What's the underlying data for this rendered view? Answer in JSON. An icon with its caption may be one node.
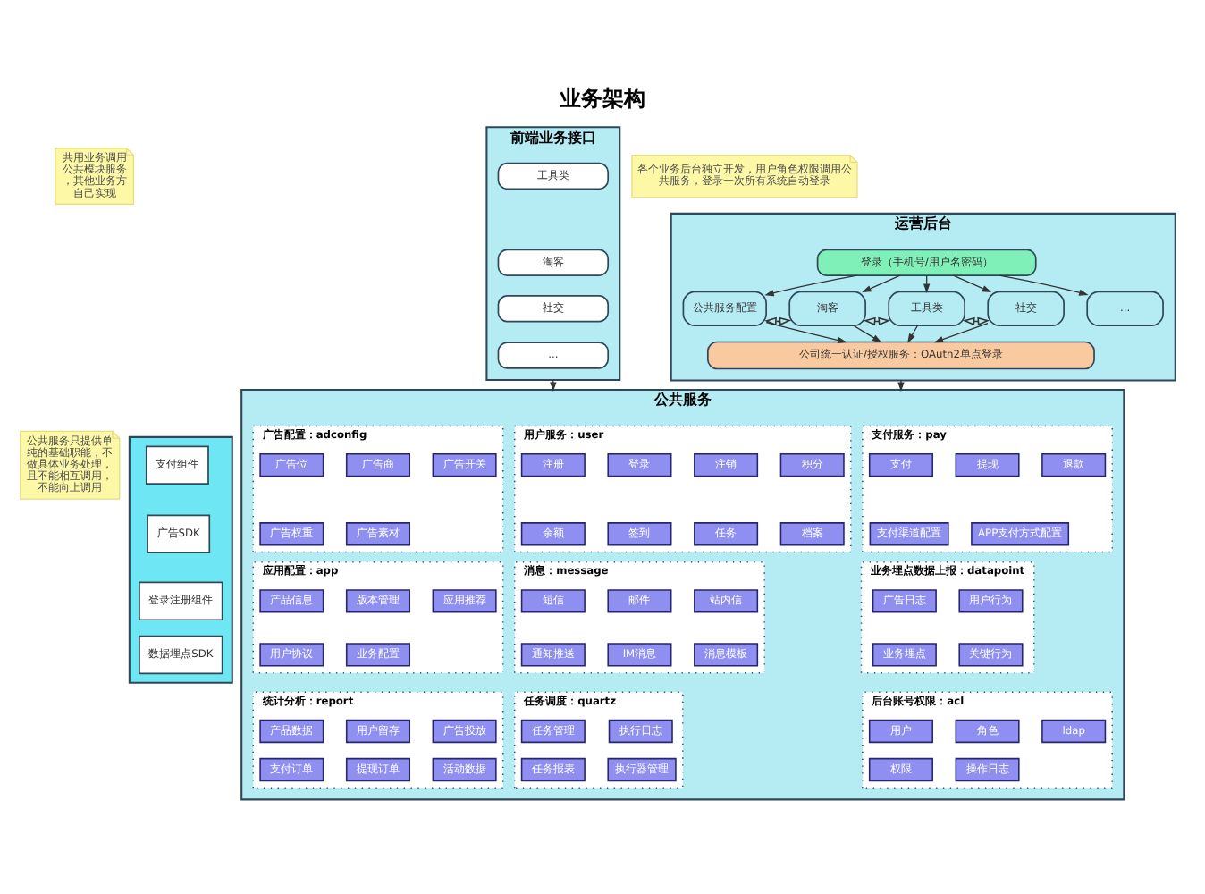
{
  "diagram": {
    "title": "业务架构",
    "nodes": [
      {
        "text": [
          "共用业务调用公共模块服务，其他业务方自己实现"
        ]
      },
      {
        "text": [
          "前端业务接口"
        ]
      },
      {
        "text": [
          "工具类"
        ],
        "in": 1
      },
      {
        "text": [
          "淘客"
        ],
        "in": 1
      },
      {
        "text": [
          "社交"
        ],
        "in": 1
      },
      {
        "text": [
          "..."
        ],
        "in": 1
      },
      {
        "text": [
          "运营后台"
        ]
      },
      {
        "text": [
          "各个业务后台独立开发，用户角色权限调用公共服务，登录一次所有系统自动登录"
        ]
      },
      {
        "text": [
          "登录（手机号/用户名密码）"
        ],
        "in": 6
      },
      {
        "text": [
          "公共服务配置"
        ],
        "in": 6
      },
      {
        "text": [
          "淘客"
        ],
        "in": 6
      },
      {
        "text": [
          "工具类"
        ],
        "in": 6
      },
      {
        "text": [
          "社交"
        ],
        "in": 6
      },
      {
        "text": [
          "..."
        ],
        "in": 6
      },
      {
        "text": [
          "公司统一认证/授权服务：OAuth2单点登录"
        ],
        "in": 6
      },
      {
        "text": [
          "公共服务只提供单纯的基础职能，不做具体业务处理，且不能相互调用，不能向上调用"
        ]
      },
      {
        "text": [],
        "shape": "box"
      },
      {
        "text": [
          "支付组件"
        ],
        "in": 16
      },
      {
        "text": [
          "广告SDK"
        ],
        "in": 16
      },
      {
        "text": [
          "登录注册组件"
        ],
        "in": 16
      },
      {
        "text": [
          "数据埋点SDK"
        ],
        "in": 16
      },
      {
        "text": [
          "公共服务"
        ]
      },
      {
        "text": [
          "用户服务：user"
        ],
        "in": 21
      },
      {
        "text": [
          "注册"
        ],
        "in": 22
      },
      {
        "text": [
          "登录"
        ],
        "in": 22
      },
      {
        "text": [
          "注销"
        ],
        "in": 22
      },
      {
        "text": [
          "积分"
        ],
        "in": 22
      },
      {
        "text": [
          "余额"
        ],
        "in": 22
      },
      {
        "text": [
          "签到"
        ],
        "in": 22
      },
      {
        "text": [
          "任务"
        ],
        "in": 22
      },
      {
        "text": [
          "档案"
        ],
        "in": 22
      },
      {
        "text": [
          "广告配置：adconfig"
        ],
        "in": 21
      },
      {
        "text": [
          "广告位"
        ],
        "in": 31
      },
      {
        "text": [
          "广告商"
        ],
        "in": 31
      },
      {
        "text": [
          "广告开关"
        ],
        "in": 31
      },
      {
        "text": [
          "广告权重"
        ],
        "in": 31
      },
      {
        "text": [
          "广告素材"
        ],
        "in": 31
      },
      {
        "text": [
          "支付服务：pay"
        ],
        "in": 21
      },
      {
        "text": [
          "支付"
        ],
        "in": 37
      },
      {
        "text": [
          "提现"
        ],
        "in": 37
      },
      {
        "text": [
          "退款"
        ],
        "in": 37
      },
      {
        "text": [
          "支付渠道配置"
        ],
        "in": 37
      },
      {
        "text": [
          "APP支付方式配置"
        ],
        "in": 37
      },
      {
        "text": [
          "消息：message"
        ],
        "in": 21
      },
      {
        "text": [
          "短信"
        ],
        "in": 43
      },
      {
        "text": [
          "邮件"
        ],
        "in": 43
      },
      {
        "text": [
          "站内信"
        ],
        "in": 43
      },
      {
        "text": [
          "通知推送"
        ],
        "in": 43
      },
      {
        "text": [
          "IM消息"
        ],
        "in": 43
      },
      {
        "text": [
          "消息模板"
        ],
        "in": 43
      },
      {
        "text": [
          "应用配置：app"
        ],
        "in": 21
      },
      {
        "text": [
          "产品信息"
        ],
        "in": 50
      },
      {
        "text": [
          "版本管理"
        ],
        "in": 50
      },
      {
        "text": [
          "应用推荐"
        ],
        "in": 50
      },
      {
        "text": [
          "用户协议"
        ],
        "in": 50
      },
      {
        "text": [
          "业务配置"
        ],
        "in": 50
      },
      {
        "text": [
          "业务埋点数据上报：datapoint"
        ],
        "in": 21
      },
      {
        "text": [
          "广告日志"
        ],
        "in": 56
      },
      {
        "text": [
          "用户行为"
        ],
        "in": 56
      },
      {
        "text": [
          "业务埋点"
        ],
        "in": 56
      },
      {
        "text": [
          "关键行为"
        ],
        "in": 56
      },
      {
        "text": [
          "任务调度：quartz"
        ],
        "in": 21
      },
      {
        "text": [
          "任务管理"
        ],
        "in": 61
      },
      {
        "text": [
          "执行日志"
        ],
        "in": 61
      },
      {
        "text": [
          "任务报表"
        ],
        "in": 61
      },
      {
        "text": [
          "执行器管理"
        ],
        "in": 61
      },
      {
        "text": [
          "统计分析：report"
        ],
        "in": 21
      },
      {
        "text": [
          "产品数据"
        ],
        "in": 66
      },
      {
        "text": [
          "用户留存"
        ],
        "in": 66
      },
      {
        "text": [
          "广告投放"
        ],
        "in": 66
      },
      {
        "text": [
          "支付订单"
        ],
        "in": 66
      },
      {
        "text": [
          "提现订单"
        ],
        "in": 66
      },
      {
        "text": [
          "活动数据"
        ],
        "in": 66
      },
      {
        "text": [
          "后台账号权限：acl"
        ],
        "in": 21
      },
      {
        "text": [
          "用户"
        ],
        "in": 73
      },
      {
        "text": [
          "角色"
        ],
        "in": 73
      },
      {
        "text": [
          "ldap"
        ],
        "in": 73
      },
      {
        "text": [
          "权限"
        ],
        "in": 73
      },
      {
        "text": [
          "操作日志"
        ],
        "in": 73
      }
    ],
    "edges": [
      {
        "from": 8,
        "to": 9,
        "arrow": "to"
      },
      {
        "from": 8,
        "to": 10,
        "arrow": "to"
      },
      {
        "from": 8,
        "to": 11,
        "arrow": "to"
      },
      {
        "from": 8,
        "to": 12,
        "arrow": "to"
      },
      {
        "from": 8,
        "to": 13,
        "arrow": "to"
      },
      {
        "from": 9,
        "to": 10,
        "arrow": "both"
      },
      {
        "from": 10,
        "to": 11,
        "arrow": "both"
      },
      {
        "from": 11,
        "to": 12,
        "arrow": "both"
      },
      {
        "from": 9,
        "to": 14,
        "arrow": "to"
      },
      {
        "from": 10,
        "to": 14,
        "arrow": "to"
      },
      {
        "from": 11,
        "to": 14,
        "arrow": "to"
      },
      {
        "from": 12,
        "to": 14,
        "arrow": "to"
      },
      {
        "from": 1,
        "to": 21,
        "arrow": "to"
      },
      {
        "from": 6,
        "to": 21,
        "arrow": "to"
      }
    ]
  }
}
